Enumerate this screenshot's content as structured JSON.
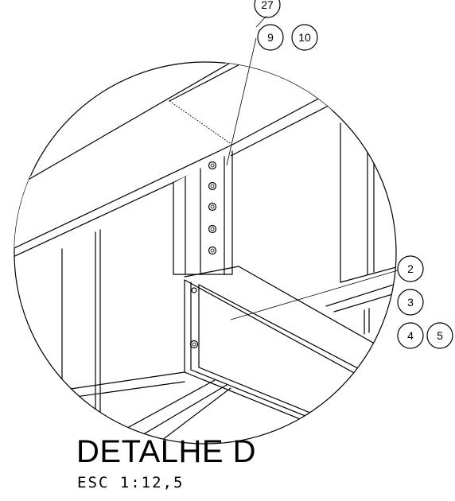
{
  "detail": {
    "title": "DETALHE D",
    "scale": "ESC  1:12,5"
  },
  "balloons": {
    "b27": "27",
    "b9": "9",
    "b10": "10",
    "b2": "2",
    "b3": "3",
    "b4": "4",
    "b5": "5"
  }
}
